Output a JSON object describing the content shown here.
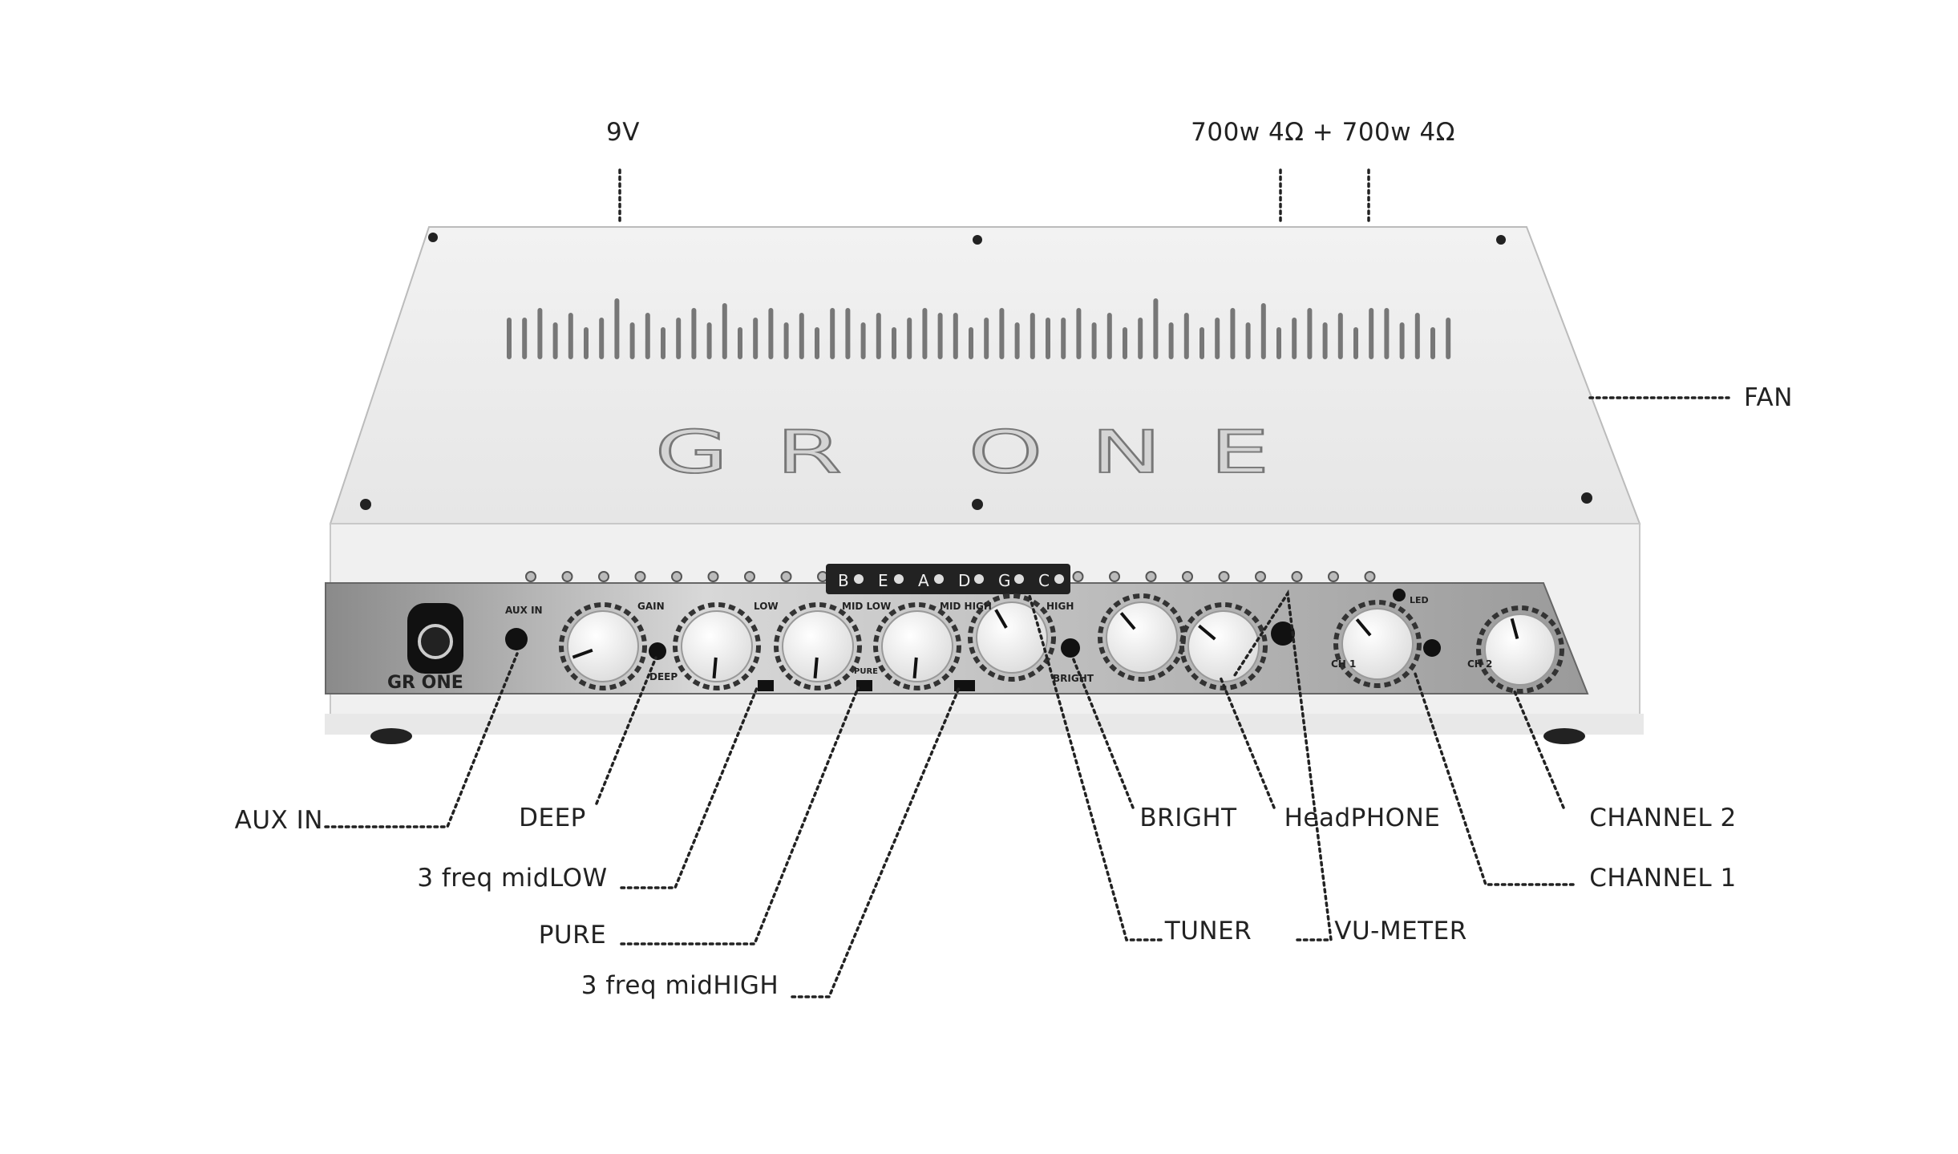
{
  "callouts": {
    "power_9v": "9V",
    "speaker_outputs": "700w 4Ω + 700w 4Ω",
    "fan": "FAN",
    "aux_in": "AUX IN",
    "deep": "DEEP",
    "mid_low": "3 freq midLOW",
    "pure": "PURE",
    "mid_high": "3 freq midHIGH",
    "bright": "BRIGHT",
    "tuner": "TUNER",
    "headphone": "HeadPHONE",
    "vu_meter": "VU-METER",
    "channel_2": "CHANNEL 2",
    "channel_1": "CHANNEL 1"
  },
  "device": {
    "lid_logo": "GR ONE",
    "panel_logo": "GR ONE",
    "panel_labels": {
      "aux_in": "AUX IN",
      "gain": "GAIN",
      "deep": "DEEP",
      "low": "LOW",
      "mid_low": "MID LOW",
      "mid_high": "MID HIGH",
      "high": "HIGH",
      "bright": "BRIGHT",
      "pure": "PURE",
      "ch1": "CH 1",
      "ch2": "CH 2",
      "led": "LED"
    },
    "tuner_strings": [
      "B",
      "E",
      "A",
      "D",
      "G",
      "C"
    ]
  }
}
